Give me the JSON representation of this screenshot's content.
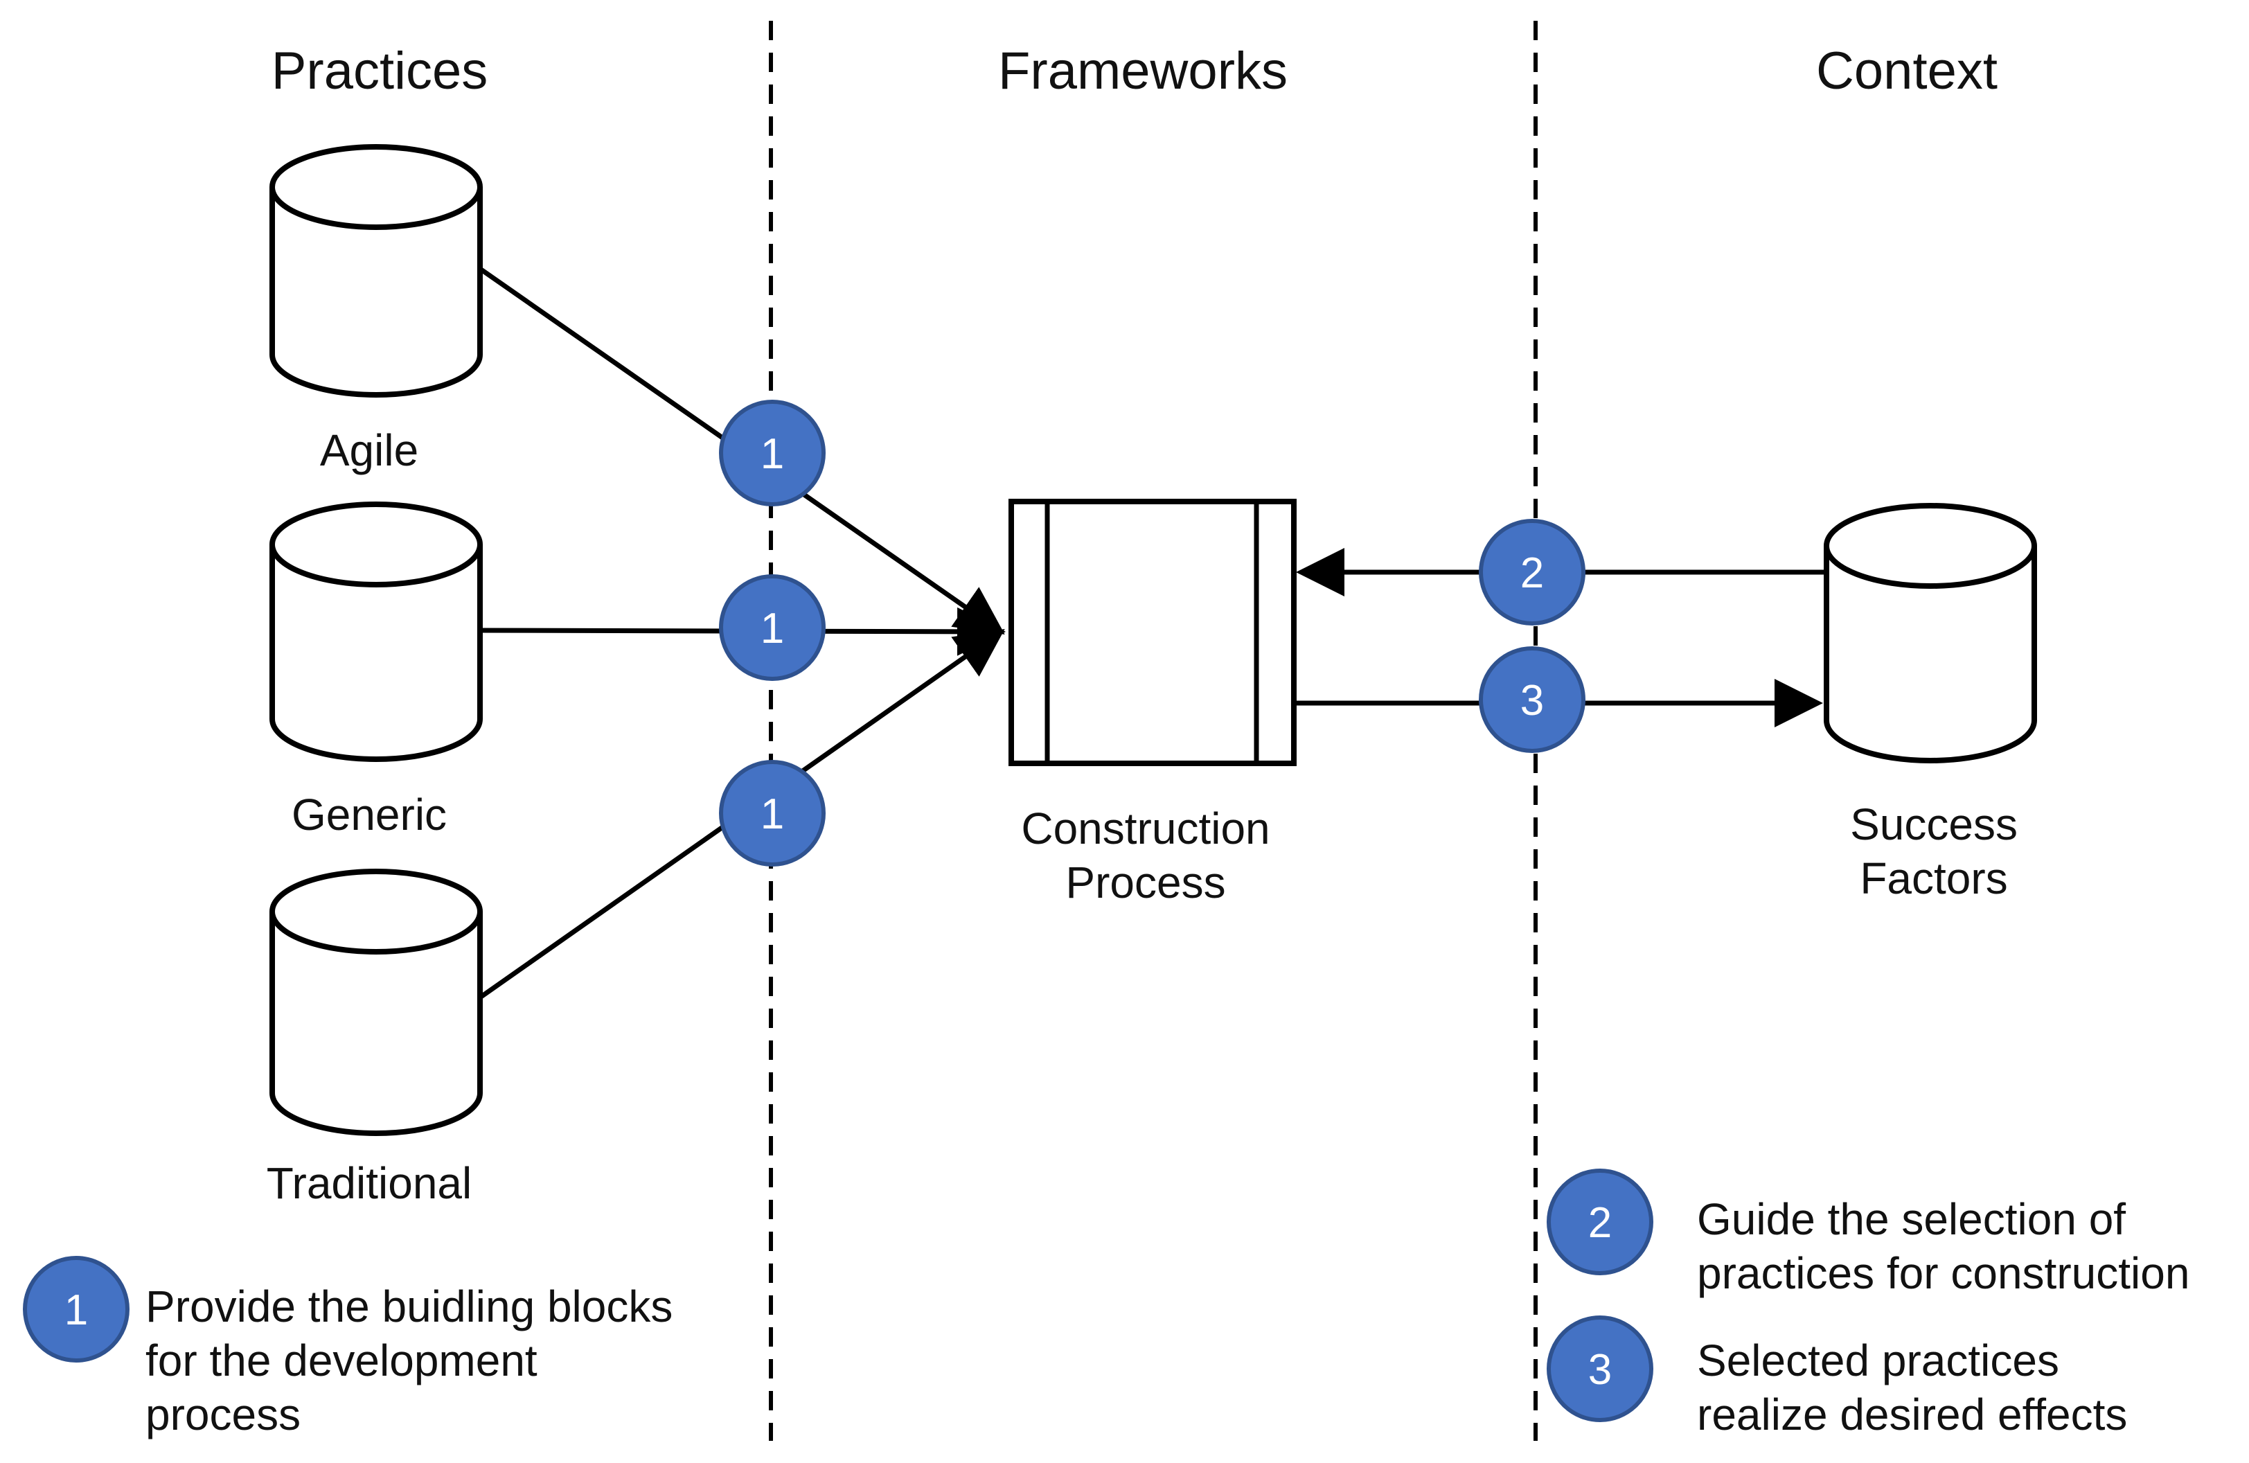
{
  "sections": {
    "practices": "Practices",
    "frameworks": "Frameworks",
    "context": "Context"
  },
  "nodes": {
    "agile": "Agile",
    "generic": "Generic",
    "traditional": "Traditional",
    "construction_line1": "Construction",
    "construction_line2": "Process",
    "success_line1": "Success",
    "success_line2": "Factors"
  },
  "badges": {
    "one": "1",
    "two": "2",
    "three": "3"
  },
  "legend": {
    "item1": {
      "number": "1",
      "line1": "Provide the buidling blocks",
      "line2": "for the development",
      "line3": "process"
    },
    "item2": {
      "number": "2",
      "line1": "Guide the selection of",
      "line2": "practices for construction"
    },
    "item3": {
      "number": "3",
      "line1": "Selected practices",
      "line2": "realize desired effects"
    }
  },
  "colors": {
    "badge_fill": "#4472C4",
    "badge_border": "#2F528F",
    "lines": "#000000"
  }
}
